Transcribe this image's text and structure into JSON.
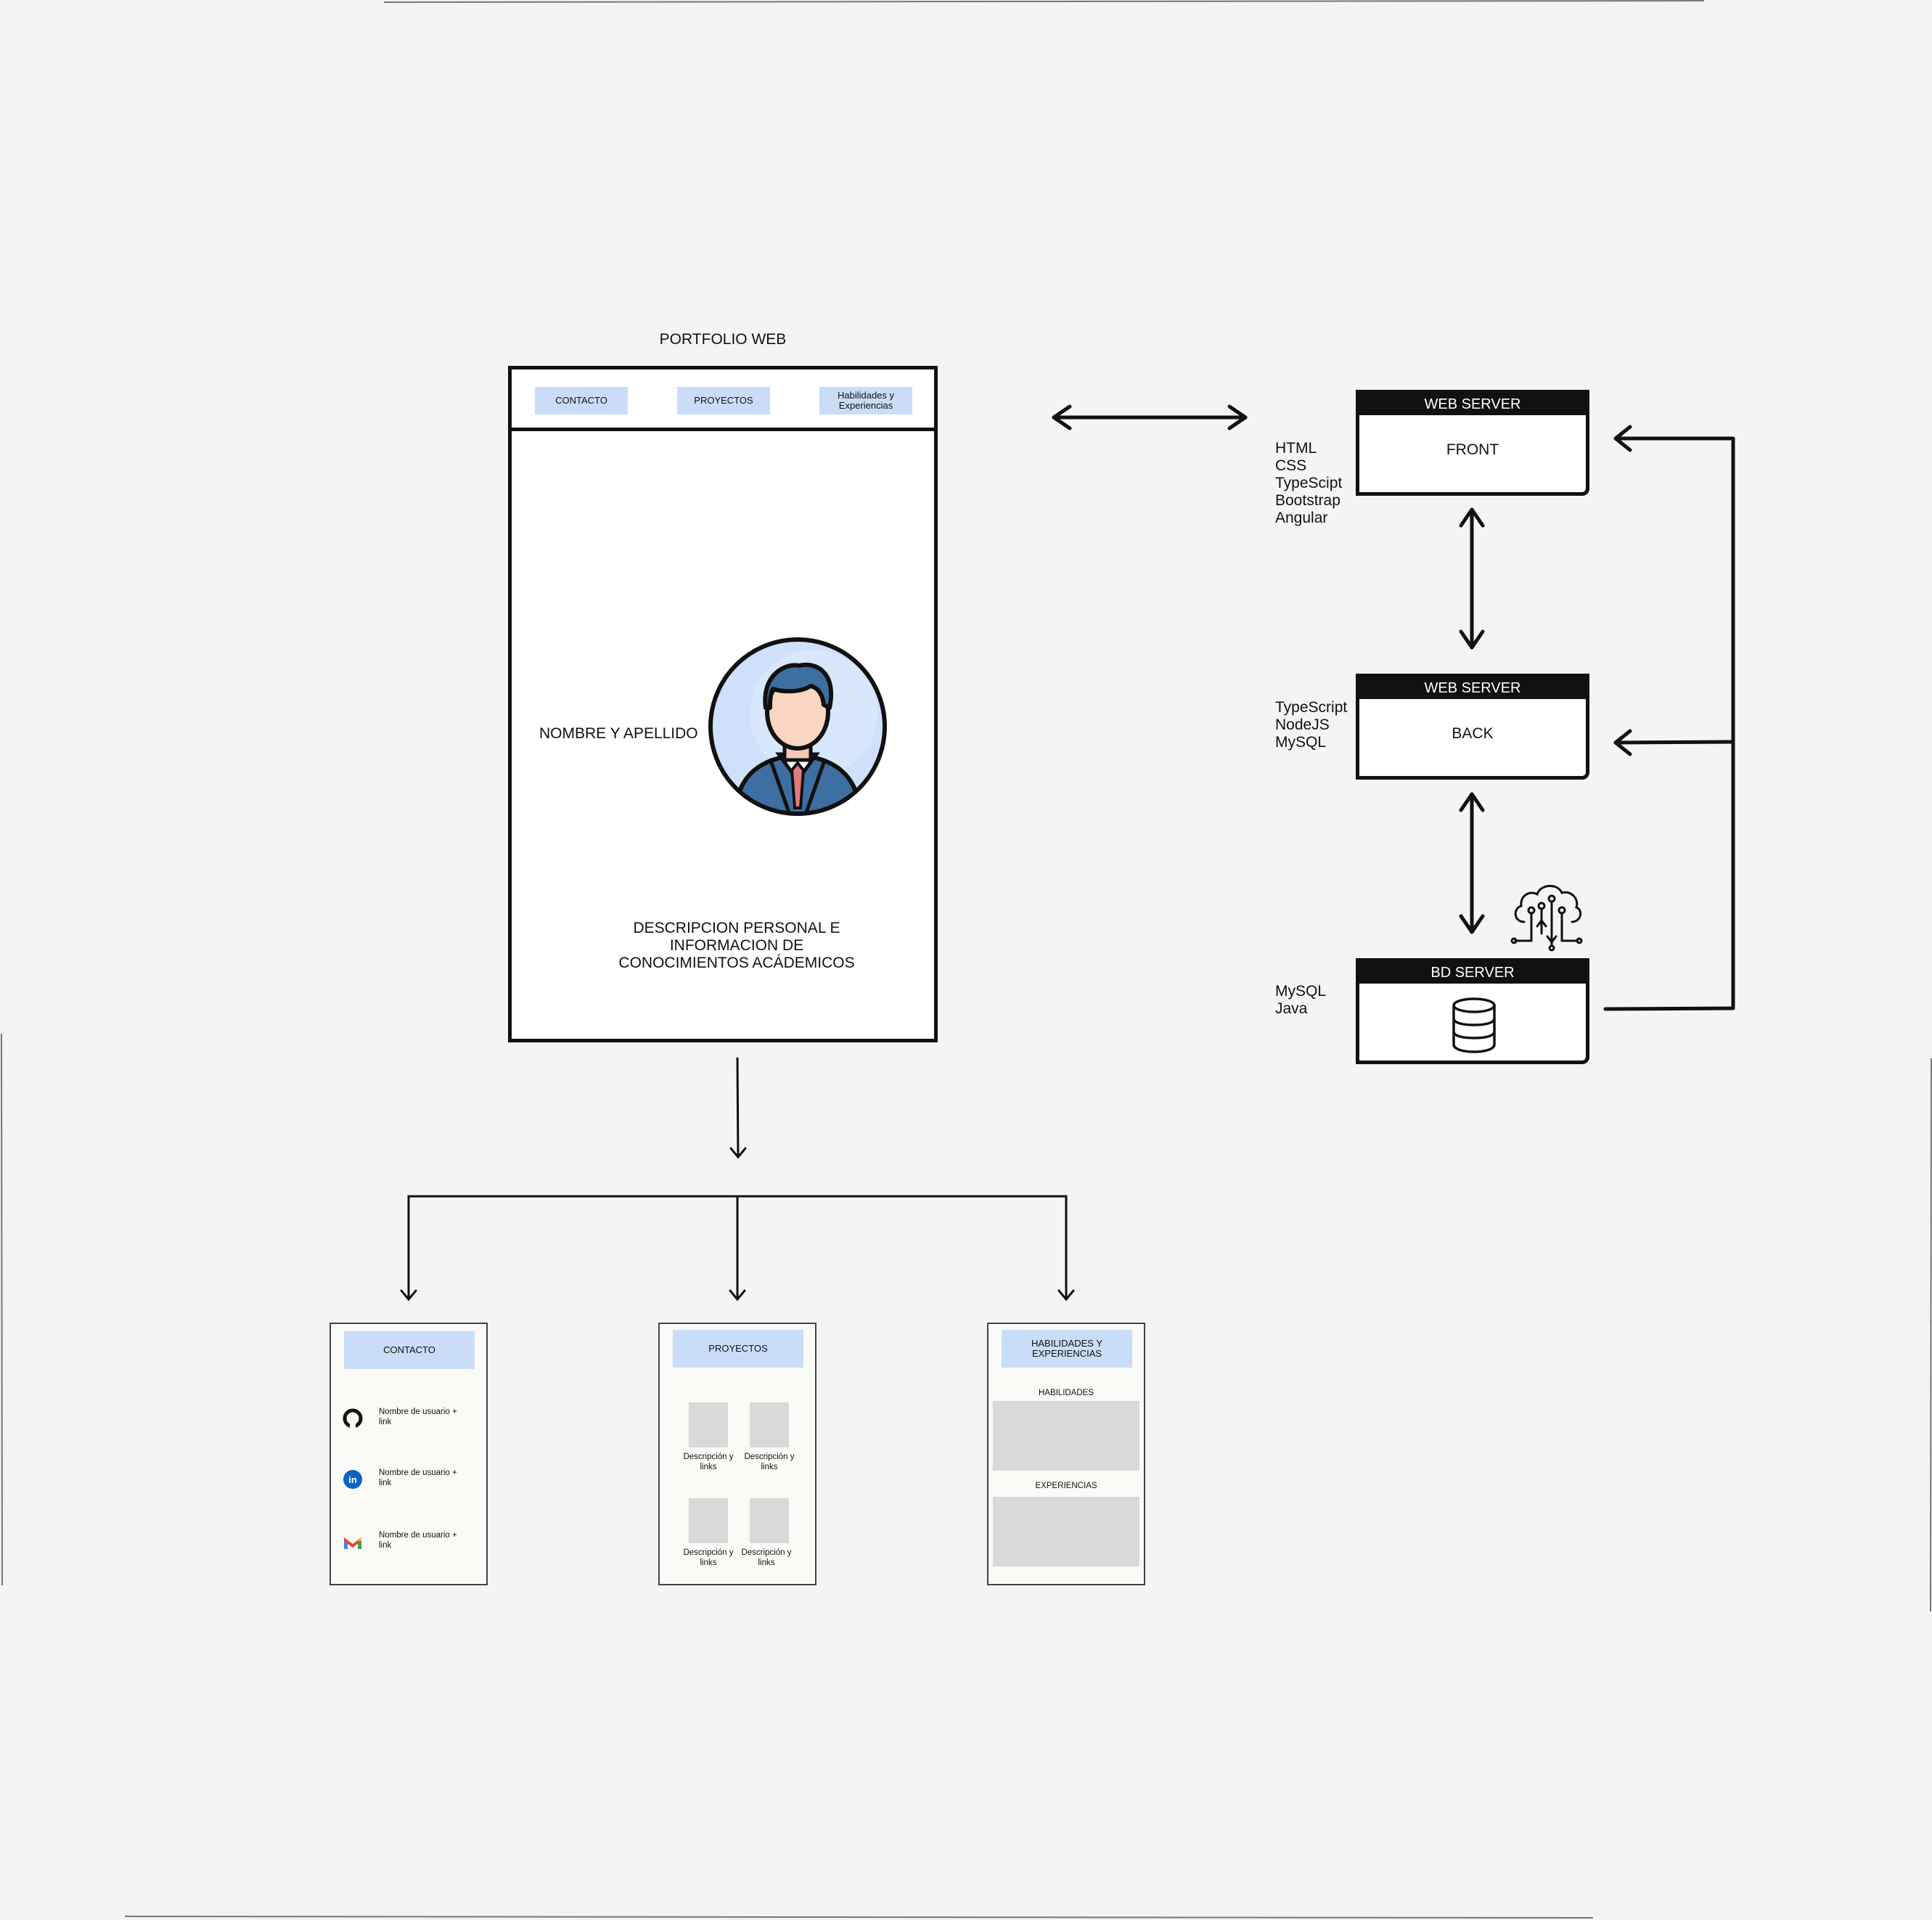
{
  "portfolio": {
    "title": "PORTFOLIO WEB",
    "nav": [
      "CONTACTO",
      "PROYECTOS",
      "Habilidades y Experiencias"
    ],
    "name_label": "NOMBRE Y APELLIDO",
    "description": "DESCRIPCION PERSONAL E INFORMACION DE CONOCIMIENTOS ACÁDEMICOS"
  },
  "servers": {
    "front": {
      "header": "WEB SERVER",
      "body": "FRONT",
      "stack": [
        "HTML",
        "CSS",
        "TypeScipt",
        "Bootstrap",
        "Angular"
      ]
    },
    "back": {
      "header": "WEB SERVER",
      "body": "BACK",
      "stack": [
        "TypeScript",
        "NodeJS",
        "MySQL"
      ]
    },
    "db": {
      "header": "BD SERVER",
      "stack": [
        "MySQL",
        "Java"
      ]
    }
  },
  "pages": {
    "contacto": {
      "header": "CONTACTO",
      "items": [
        {
          "icon": "github-icon",
          "text": "Nombre de usuario + link"
        },
        {
          "icon": "linkedin-icon",
          "text": "Nombre de usuario + link"
        },
        {
          "icon": "gmail-icon",
          "text": "Nombre de usuario + link"
        }
      ]
    },
    "proyectos": {
      "header": "PROYECTOS",
      "items": [
        "Descripción y links",
        "Descripción y links",
        "Descripción y links",
        "Descripción y links"
      ]
    },
    "habilidades": {
      "header": "HABILIDADES Y EXPERIENCIAS",
      "sections": [
        "HABILIDADES",
        "EXPERIENCIAS"
      ]
    }
  },
  "colors": {
    "accent": "#c9ddf8",
    "line": "#111111",
    "placeholder": "#d9d9d9"
  }
}
